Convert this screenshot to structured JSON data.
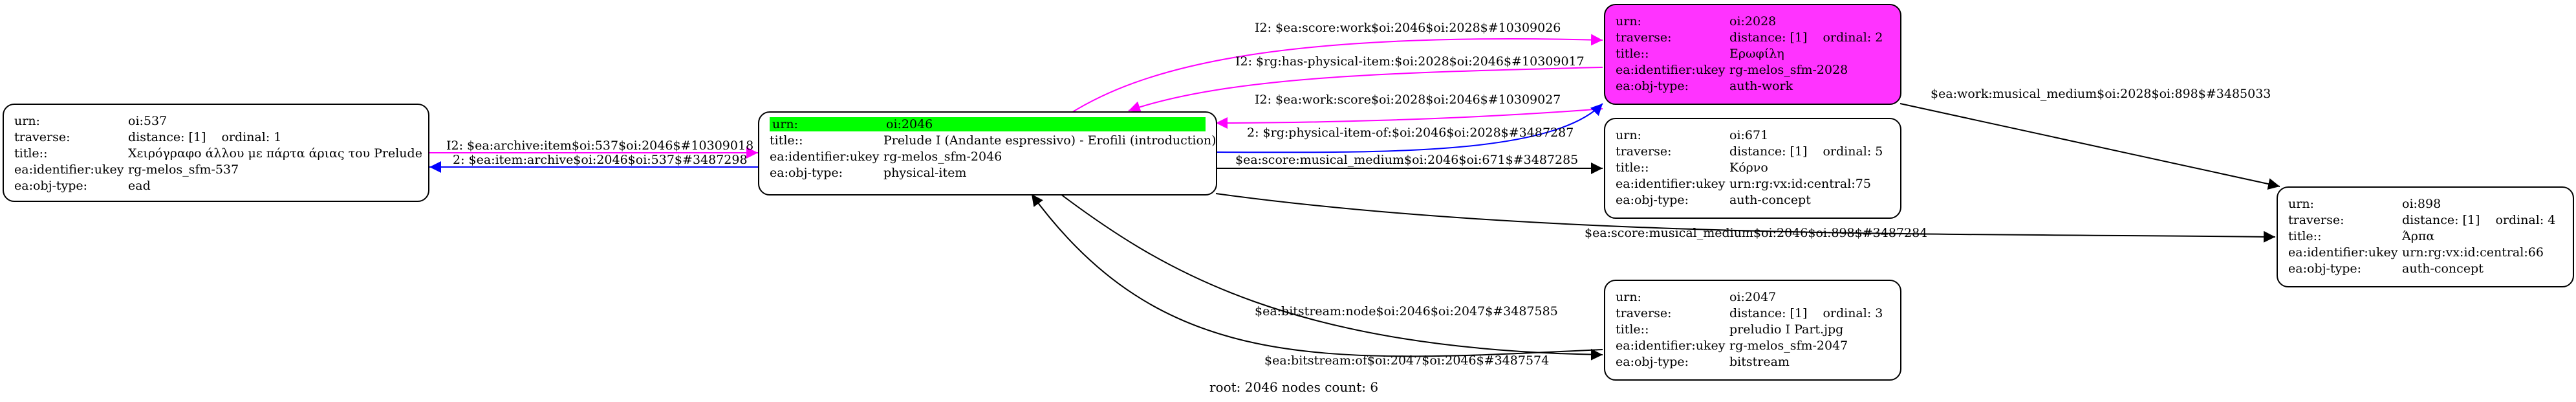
{
  "nodes": {
    "n537": {
      "urn": [
        "urn:",
        "oi:537"
      ],
      "traverse": [
        "traverse:",
        "distance: [1]",
        "ordinal: 1"
      ],
      "title": [
        "title::",
        "Χειρόγραφο άλλου με πάρτα άριας του Prelude"
      ],
      "ukey": [
        "ea:identifier:ukey",
        "rg-melos_sfm-537"
      ],
      "type": [
        "ea:obj-type:",
        "ead"
      ]
    },
    "n2046": {
      "urn": [
        "urn:",
        "oi:2046"
      ],
      "title": [
        "title::",
        "Prelude I (Andante espressivo) - Erofili (introduction)"
      ],
      "ukey": [
        "ea:identifier:ukey",
        "rg-melos_sfm-2046"
      ],
      "type": [
        "ea:obj-type:",
        "physical-item"
      ]
    },
    "n2028": {
      "urn": [
        "urn:",
        "oi:2028"
      ],
      "traverse": [
        "traverse:",
        "distance: [1]",
        "ordinal: 2"
      ],
      "title": [
        "title::",
        "Ερωφίλη"
      ],
      "ukey": [
        "ea:identifier:ukey",
        "rg-melos_sfm-2028"
      ],
      "type": [
        "ea:obj-type:",
        "auth-work"
      ]
    },
    "n671": {
      "urn": [
        "urn:",
        "oi:671"
      ],
      "traverse": [
        "traverse:",
        "distance: [1]",
        "ordinal: 5"
      ],
      "title": [
        "title::",
        "Κόρνο"
      ],
      "ukey": [
        "ea:identifier:ukey",
        "urn:rg:vx:id:central:75"
      ],
      "type": [
        "ea:obj-type:",
        "auth-concept"
      ]
    },
    "n2047": {
      "urn": [
        "urn:",
        "oi:2047"
      ],
      "traverse": [
        "traverse:",
        "distance: [1]",
        "ordinal: 3"
      ],
      "title": [
        "title::",
        "preludio I Part.jpg"
      ],
      "ukey": [
        "ea:identifier:ukey",
        "rg-melos_sfm-2047"
      ],
      "type": [
        "ea:obj-type:",
        "bitstream"
      ]
    },
    "n898": {
      "urn": [
        "urn:",
        "oi:898"
      ],
      "traverse": [
        "traverse:",
        "distance: [1]",
        "ordinal: 4"
      ],
      "title": [
        "title::",
        "Άρπα"
      ],
      "ukey": [
        "ea:identifier:ukey",
        "urn:rg:vx:id:central:66"
      ],
      "type": [
        "ea:obj-type:",
        "auth-concept"
      ]
    }
  },
  "edges": {
    "e1": "I2: $ea:score:work$oi:2046$oi:2028$#10309026",
    "e2": "I2: $rg:has-physical-item:$oi:2028$oi:2046$#10309017",
    "e3": "I2: $ea:work:score$oi:2028$oi:2046$#10309027",
    "e4": "2: $rg:physical-item-of:$oi:2046$oi:2028$#3487287",
    "e5": "$ea:score:musical_medium$oi:2046$oi:671$#3487285",
    "e6": "$ea:score:musical_medium$oi:2046$oi:898$#3487284",
    "e7": "$ea:work:musical_medium$oi:2028$oi:898$#3485033",
    "e8": "I2: $ea:archive:item$oi:537$oi:2046$#10309018",
    "e9": "2: $ea:item:archive$oi:2046$oi:537$#3487298",
    "e10": "$ea:bitstream:node$oi:2046$oi:2047$#3487585",
    "e11": "$ea:bitstream:of$oi:2047$oi:2046$#3487574"
  },
  "footer": "root: 2046 nodes count: 6",
  "colors": {
    "black": "#000000",
    "magenta": "#ff00ff",
    "blue": "#0000ff",
    "highlight": "#ff33ff",
    "root_row": "#00ff00"
  }
}
